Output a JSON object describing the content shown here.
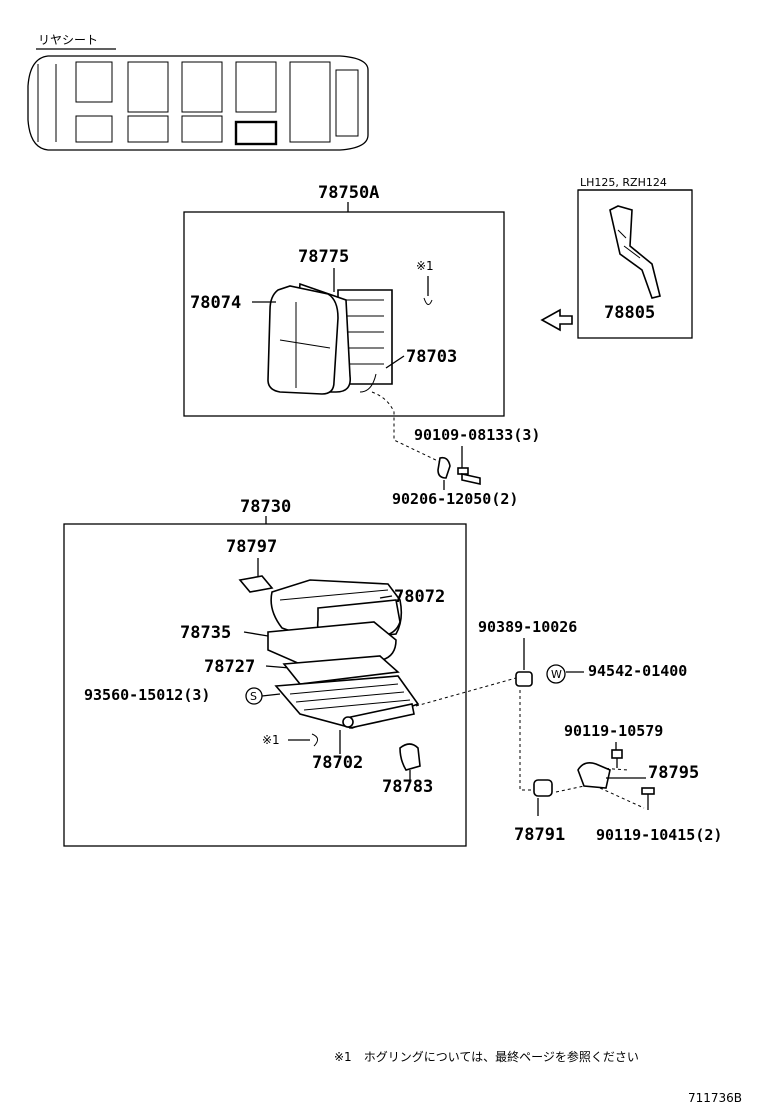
{
  "title_jp": "リヤシート",
  "variant_label": "LH125, RZH124",
  "assemblies": {
    "upper": "78750A",
    "lower": "78730"
  },
  "parts": {
    "p78775": "78775",
    "p78074": "78074",
    "p78703": "78703",
    "p78805": "78805",
    "p90109": "90109-08133(3)",
    "p90206": "90206-12050(2)",
    "p78797": "78797",
    "p78072": "78072",
    "p78735": "78735",
    "p78727": "78727",
    "p93560": "93560-15012(3)",
    "p78702": "78702",
    "p78783": "78783",
    "p90389": "90389-10026",
    "p94542": "94542-01400",
    "p90119a": "90119-10579",
    "p78795": "78795",
    "p78791": "78791",
    "p90119b": "90119-10415(2)"
  },
  "symbols": {
    "note_mark": "※1",
    "circle_s": "S",
    "circle_w": "W"
  },
  "footnote": "※1　ホグリングについては、最終ページを参照ください",
  "figure_id": "711736B"
}
